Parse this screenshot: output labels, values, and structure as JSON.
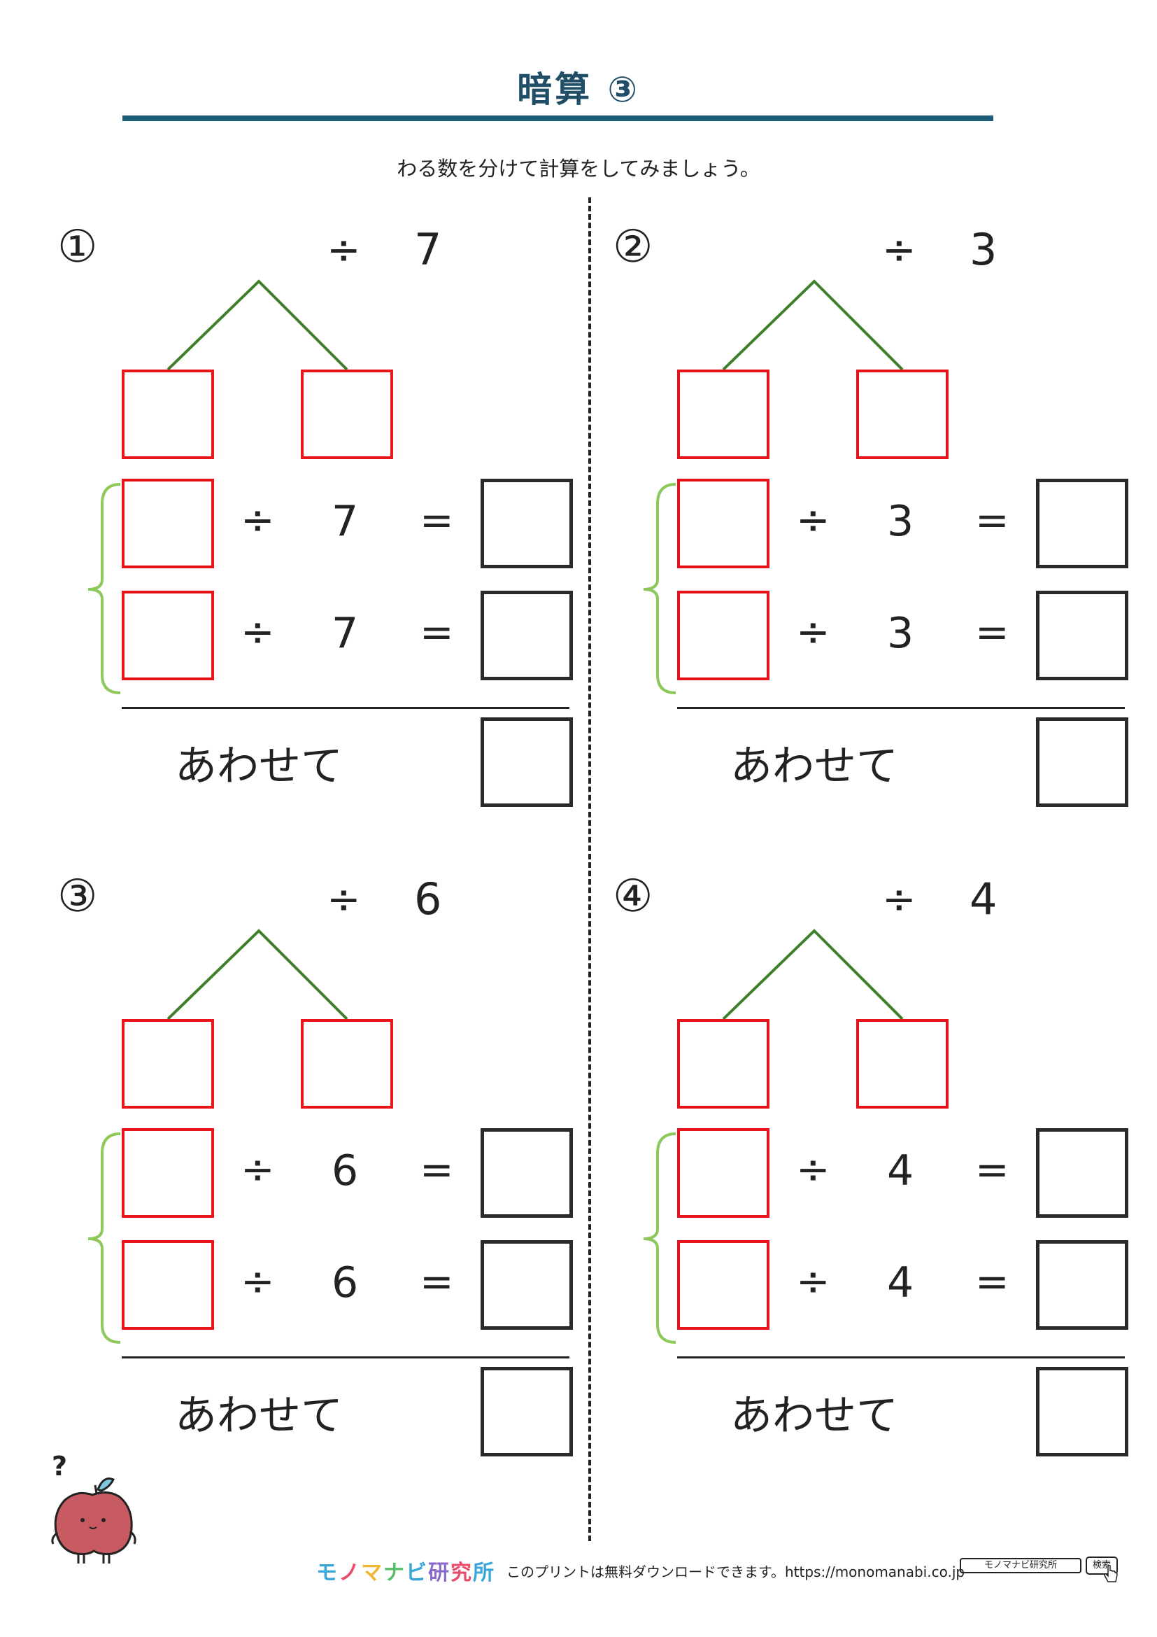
{
  "title": "暗算 ③",
  "instruction": "わる数を分けて計算をしてみましょう。",
  "symbols": {
    "divide": "÷",
    "equals": "="
  },
  "total_label": "あわせて",
  "problems": [
    {
      "number": "①",
      "divisor": "7"
    },
    {
      "number": "②",
      "divisor": "3"
    },
    {
      "number": "③",
      "divisor": "6"
    },
    {
      "number": "④",
      "divisor": "4"
    }
  ],
  "footer": {
    "brand": [
      "モ",
      "ノ",
      "マ",
      "ナ",
      "ビ",
      "研",
      "究",
      "所"
    ],
    "brand_colors": [
      "#3aa6d8",
      "#e94b6a",
      "#f2b632",
      "#5bbf6a",
      "#3aa6d8",
      "#8a6ac8",
      "#e94b6a",
      "#3aa6d8"
    ],
    "text": "このプリントは無料ダウンロードできます。https://monomanabi.co.jp",
    "search_box": "モノマナビ研究所",
    "search_button": "検索"
  },
  "colors": {
    "accent": "#1f5c78",
    "red_box": "#e8141b",
    "tree_line": "#3f7f2a",
    "bracket": "#8cc95a"
  }
}
